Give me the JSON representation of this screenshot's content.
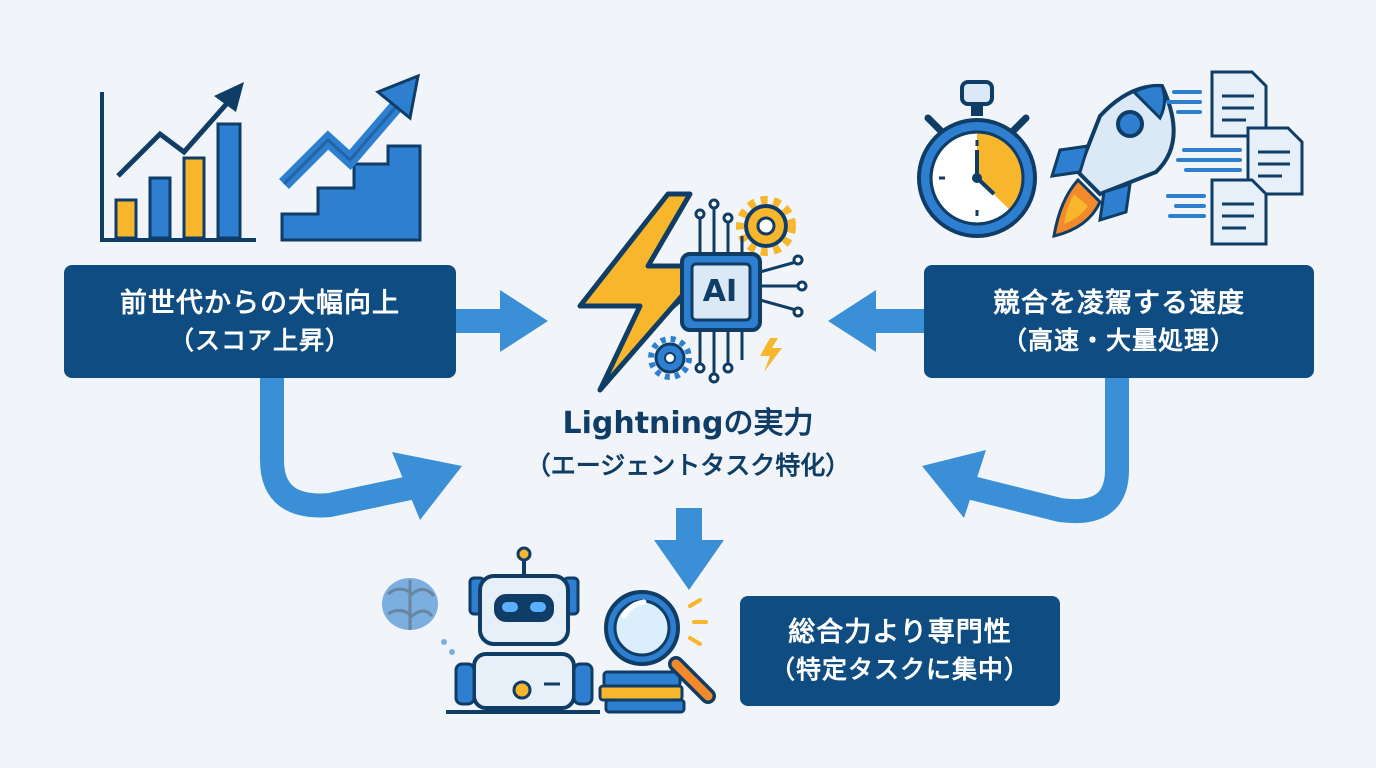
{
  "nodes": {
    "top_left": {
      "line1": "前世代からの大幅向上",
      "line2": "（スコア上昇）"
    },
    "top_right": {
      "line1": "競合を凌駕する速度",
      "line2": "（高速・大量処理）"
    },
    "center": {
      "title": "Lightningの実力",
      "subtitle": "（エージェントタスク特化）"
    },
    "bottom": {
      "line1": "総合力より専門性",
      "line2": "（特定タスクに集中）"
    }
  },
  "chip": {
    "label": "AI"
  },
  "colors": {
    "box": "#0f4c81",
    "arrow": "#3b8fd6",
    "navy": "#0f3d66",
    "yellow": "#f7b62c",
    "accent_blue": "#2f7fd1"
  },
  "icons": [
    "bar-chart-growth-icon",
    "stairs-growth-icon",
    "stopwatch-icon",
    "rocket-icon",
    "documents-icon",
    "lightning-bolt-icon",
    "ai-chip-icon",
    "gear-icon",
    "brain-icon",
    "robot-icon",
    "magnifier-icon",
    "books-icon"
  ]
}
